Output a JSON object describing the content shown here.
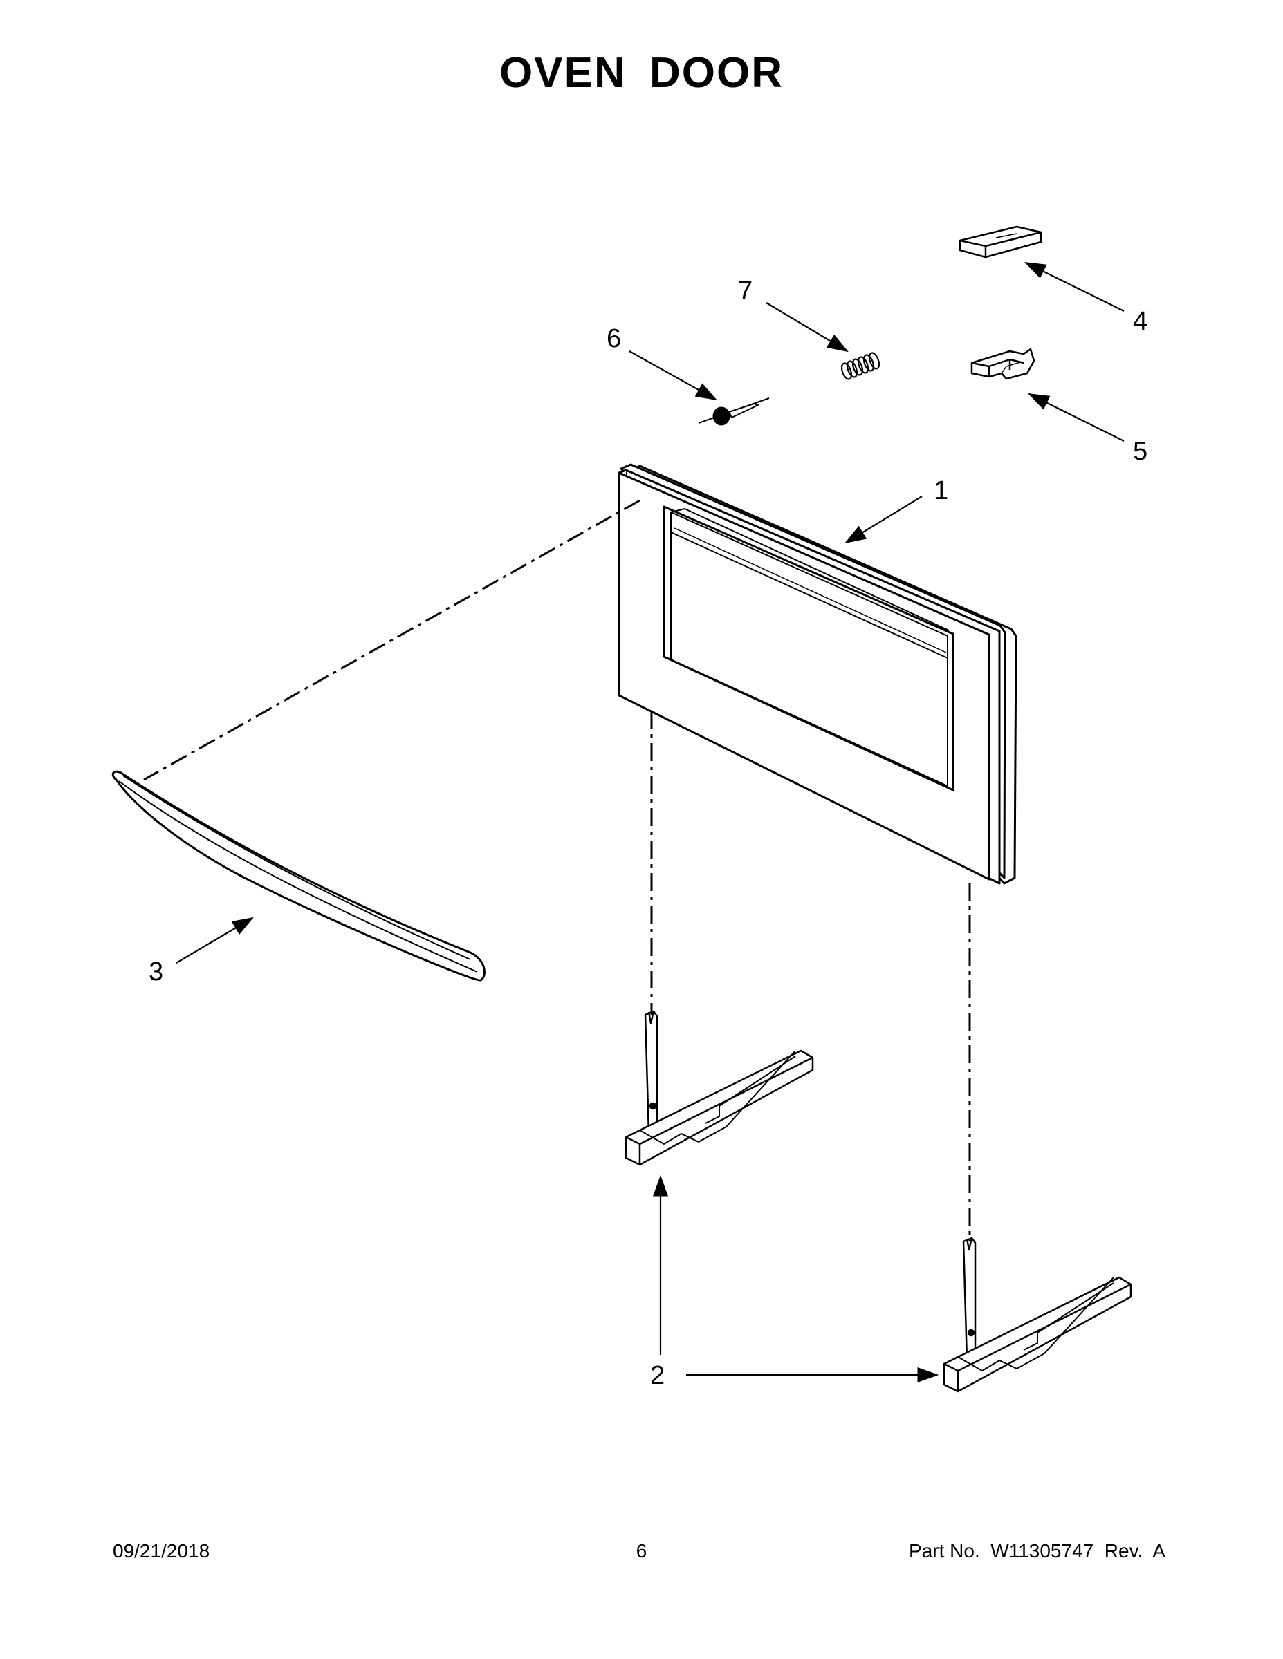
{
  "title": "OVEN DOOR",
  "callouts": {
    "c1": "1",
    "c2": "2",
    "c3": "3",
    "c4": "4",
    "c5": "5",
    "c6": "6",
    "c7": "7"
  },
  "footer": {
    "date": "09/21/2018",
    "page": "6",
    "part_label": "Part No.",
    "part_number": "W11305747",
    "rev_label": "Rev.",
    "rev": "A"
  }
}
